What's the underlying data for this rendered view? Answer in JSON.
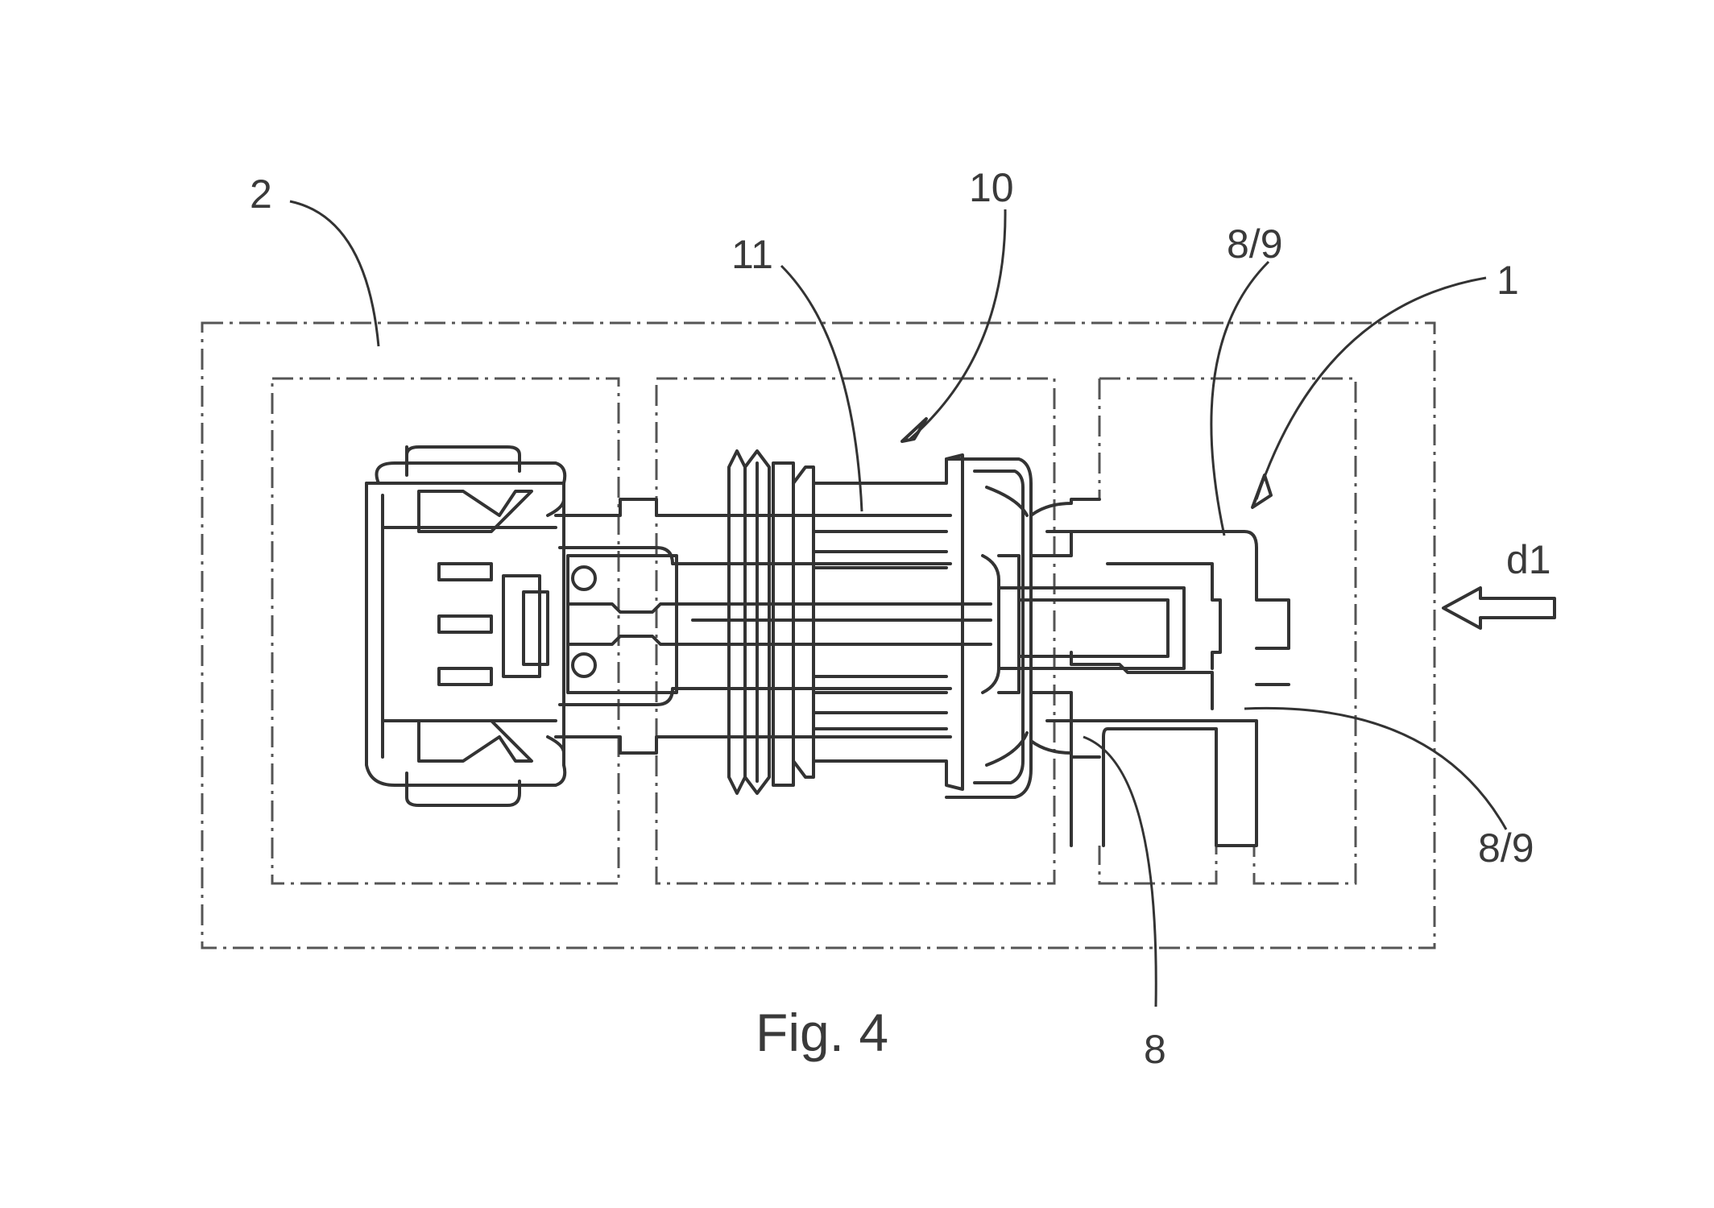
{
  "figure": {
    "caption": "Fig. 4",
    "labels": {
      "housing": "2",
      "assembly": "10",
      "seal_body": "11",
      "part_upper": "8/9",
      "sensor": "1",
      "direction": "d1",
      "part_lower_right": "8/9",
      "part_bottom": "8"
    }
  },
  "colors": {
    "line": "#333333",
    "background": "#ffffff"
  }
}
